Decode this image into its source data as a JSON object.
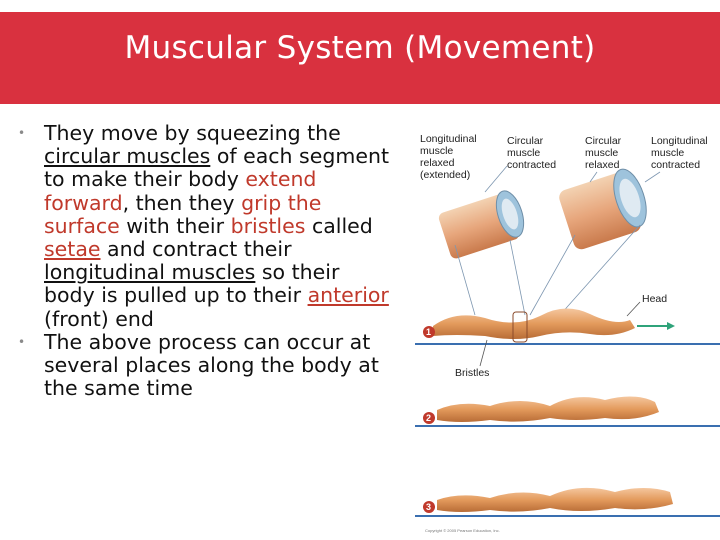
{
  "title": "Muscular System (Movement)",
  "bullets": [
    {
      "parts": [
        {
          "text": "They move by squeezing the "
        },
        {
          "text": "circular muscles",
          "underline": true
        },
        {
          "text": " of each segment to make their body "
        },
        {
          "text": "extend forward",
          "highlight": true
        },
        {
          "text": ", then they "
        },
        {
          "text": "grip the surface",
          "highlight": true
        },
        {
          "text": " with their "
        },
        {
          "text": "bristles",
          "highlight": true
        },
        {
          "text": " called "
        },
        {
          "text": "setae",
          "highlight": true,
          "underline": true
        },
        {
          "text": " and contract their "
        },
        {
          "text": "longitudinal muscles",
          "underline": true
        },
        {
          "text": " so their body is pulled up to their "
        },
        {
          "text": "anterior",
          "highlight": true,
          "underline": true
        },
        {
          "text": " (front) end"
        }
      ]
    },
    {
      "parts": [
        {
          "text": "The above process can occur at several places along the body at the same time"
        }
      ]
    }
  ],
  "figure": {
    "labels": {
      "long_relaxed": [
        "Longitudinal",
        "muscle",
        "relaxed",
        "(extended)"
      ],
      "circ_contracted": [
        "Circular",
        "muscle",
        "contracted"
      ],
      "circ_relaxed": [
        "Circular",
        "muscle",
        "relaxed"
      ],
      "long_contracted": [
        "Longitudinal",
        "muscle",
        "contracted"
      ],
      "head": "Head",
      "bristles": "Bristles"
    },
    "steps": [
      "1",
      "2",
      "3"
    ],
    "copyright": "Copyright © 2005 Pearson Education, Inc."
  },
  "colors": {
    "title_bar": "#d9313f",
    "highlight": "#c0392b",
    "worm": "#e39a5c",
    "ground": "#3a6fb0",
    "arrow": "#2fa37a"
  }
}
